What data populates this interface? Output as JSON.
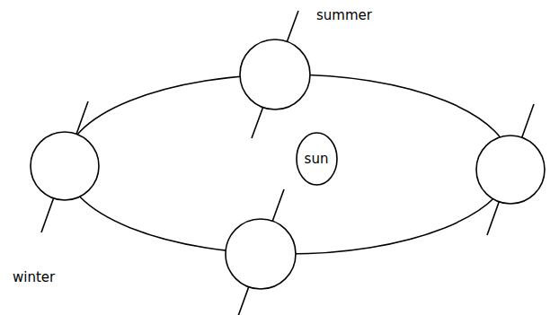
{
  "diagram": {
    "nodes": [
      {
        "text": [
          "sun"
        ]
      }
    ],
    "labels": [
      "summer",
      "winter"
    ]
  }
}
